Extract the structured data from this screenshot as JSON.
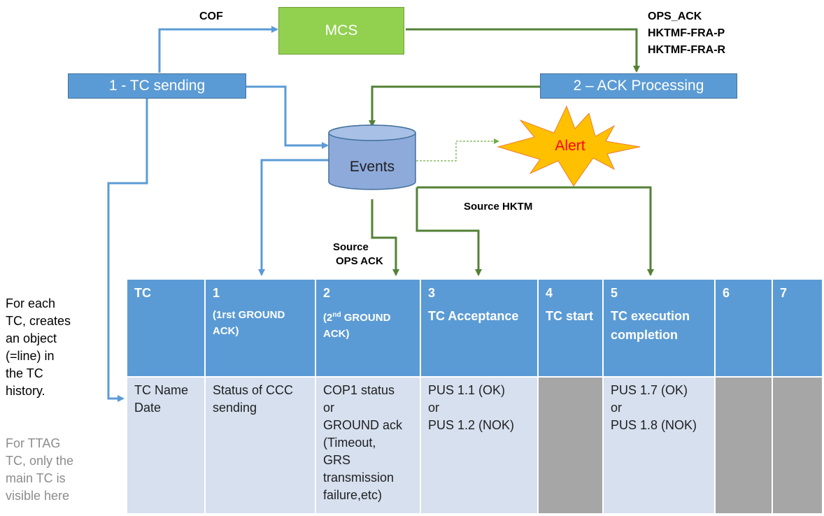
{
  "nodes": {
    "mcs": "MCS",
    "tc_sending": "1 - TC sending",
    "ack_processing": "2 – ACK Processing",
    "events": "Events",
    "alert": "Alert"
  },
  "edge_labels": {
    "cof": "COF",
    "ops_ack": "OPS_ACK",
    "hktmf_fra_p": "HKTMF-FRA-P",
    "hktmf_fra_r": "HKTMF-FRA-R",
    "source_hktm": "Source HKTM",
    "source_ops_ack_1": "Source",
    "source_ops_ack_2": "OPS ACK"
  },
  "notes": {
    "each_tc": [
      "For each",
      "TC, creates",
      "an object",
      "(=line) in",
      "the TC",
      "history."
    ],
    "ttag": [
      "For TTAG",
      "TC, only the",
      "main TC is",
      "visible here"
    ]
  },
  "table": {
    "headers": [
      {
        "num": "TC",
        "text": ""
      },
      {
        "num": "1",
        "text": "(1rst GROUND ACK)"
      },
      {
        "num": "2",
        "text_pre": "(2",
        "sup": "nd",
        "text_post": " GROUND ACK)"
      },
      {
        "num": "3",
        "text": "TC Acceptance"
      },
      {
        "num": "4",
        "text": "TC start"
      },
      {
        "num": "5",
        "text": "TC execution completion"
      },
      {
        "num": "6",
        "text": ""
      },
      {
        "num": "7",
        "text": ""
      }
    ],
    "row": {
      "tc": [
        "TC Name",
        "Date"
      ],
      "c1": [
        "Status of CCC",
        "sending"
      ],
      "c2": [
        "COP1 status",
        "or",
        "GROUND ack",
        "(Timeout,",
        "GRS",
        "transmission",
        "failure,etc)"
      ],
      "c3": [
        "PUS 1.1 (OK)",
        "or",
        "PUS 1.2 (NOK)"
      ],
      "c5": [
        "PUS 1.7 (OK)",
        "or",
        "PUS 1.8 (NOK)"
      ]
    }
  },
  "colors": {
    "blue_arrow": "#5b9bd5",
    "green_arrow": "#538135",
    "alert_fill": "#ffc000",
    "alert_text": "#ff0000",
    "mcs_fill": "#92d050",
    "box_fill": "#5b9bd5",
    "events_fill": "#8eaadb"
  }
}
